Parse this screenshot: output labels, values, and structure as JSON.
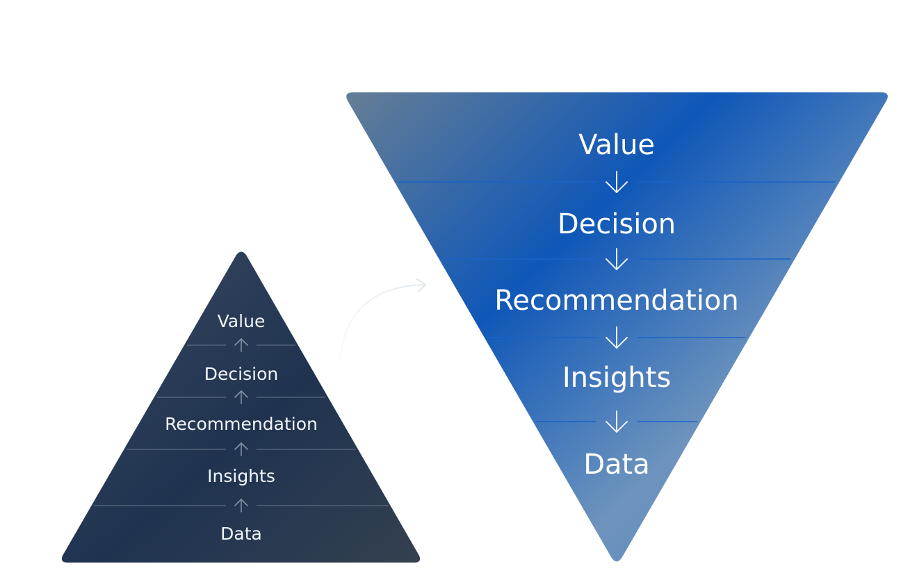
{
  "pyramid": {
    "levels": [
      "Value",
      "Decision",
      "Recommendation",
      "Insights",
      "Data"
    ]
  },
  "inverted_pyramid": {
    "levels": [
      "Value",
      "Decision",
      "Recommendation",
      "Insights",
      "Data"
    ]
  },
  "colors": {
    "pyramid_dark": "#2b3a4f",
    "pyramid_mid": "#1f3350",
    "inverted_blue": "#0f57b8",
    "inverted_light": "#7097bd",
    "inverted_slate": "#667e95",
    "divider_small": "#5a6b80",
    "divider_large": "#1a63c7"
  }
}
